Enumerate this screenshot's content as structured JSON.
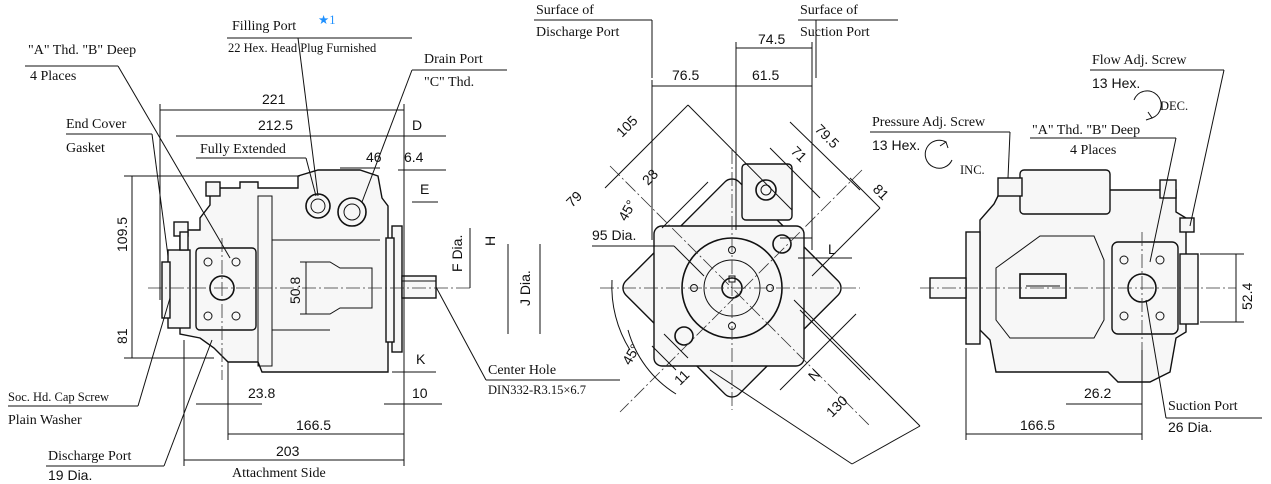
{
  "accent_color": "#1e90ff",
  "left_view": {
    "labels": {
      "thread_a": "\"A\" Thd. \"B\" Deep",
      "four_places": "4 Places",
      "filling_port": "Filling Port",
      "filling_note": "★1",
      "hex_plug": "22 Hex. Head Plug Furnished",
      "drain_port": "Drain Port",
      "drain_thread": "\"C\" Thd.",
      "end_cover": "End Cover",
      "gasket": "Gasket",
      "fully_extended": "Fully Extended",
      "center_hole": "Center Hole",
      "din": "DIN332-R3.15×6.7",
      "soc_screw": "Soc. Hd. Cap Screw",
      "plain_washer": "Plain Washer",
      "discharge_port": "Discharge Port",
      "discharge_dia": "19 Dia.",
      "attachment_side": "Attachment Side"
    },
    "dims": {
      "d221": "221",
      "d212": "212.5",
      "dD": "D",
      "d46": "46",
      "d64": "6.4",
      "dE": "E",
      "dH": "H",
      "dF": "F Dia.",
      "dJ": "J Dia.",
      "d1095": "109.5",
      "d81": "81",
      "d508": "50.8",
      "dK": "K",
      "d10": "10",
      "d238": "23.8",
      "d1665": "166.5",
      "d203": "203"
    }
  },
  "center_view": {
    "labels": {
      "surface_discharge_1": "Surface of",
      "surface_discharge_2": "Discharge Port",
      "surface_suction_1": "Surface of",
      "surface_suction_2": "Suction Port",
      "dia95": "95 Dia."
    },
    "dims": {
      "d745": "74.5",
      "d765": "76.5",
      "d615": "61.5",
      "d105": "105",
      "d795": "79.5",
      "d71": "71",
      "d79": "79",
      "d28": "28",
      "d45a": "45°",
      "d81": "81",
      "dL": "L",
      "d45b": "45°",
      "d11": "11",
      "dN": "N",
      "d130": "130"
    }
  },
  "right_view": {
    "labels": {
      "flow_screw": "Flow Adj. Screw",
      "flow_hex": "13 Hex.",
      "dec": "DEC.",
      "pressure_screw": "Pressure Adj. Screw",
      "pressure_hex": "13 Hex.",
      "inc": "INC.",
      "thread_a": "\"A\" Thd. \"B\" Deep",
      "four_places": "4 Places",
      "suction_port": "Suction Port",
      "suction_dia": "26 Dia."
    },
    "dims": {
      "d524": "52.4",
      "d262": "26.2",
      "d1665": "166.5"
    }
  }
}
